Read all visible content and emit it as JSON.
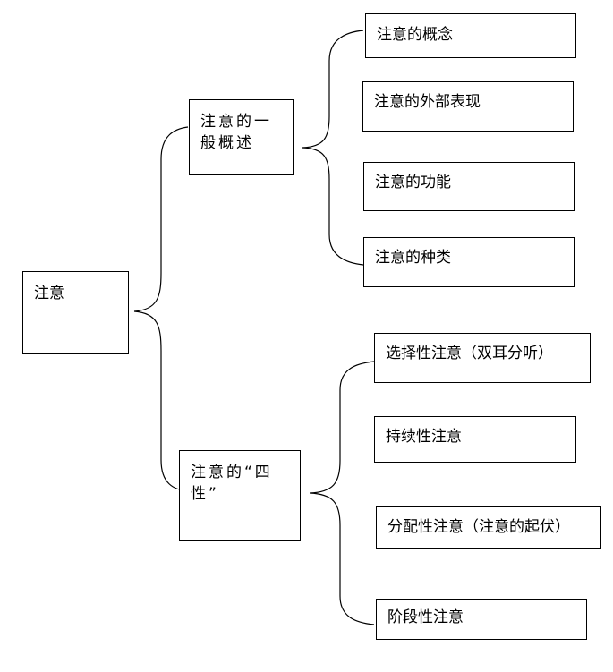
{
  "root": {
    "label": "注意"
  },
  "branches": [
    {
      "label": "注意的一般概述",
      "children": [
        "注意的概念",
        "注意的外部表现",
        "注意的功能",
        "注意的种类"
      ]
    },
    {
      "label": "注意的“四性”",
      "children": [
        "选择性注意（双耳分听）",
        "持续性注意",
        "分配性注意（注意的起伏）",
        "阶段性注意"
      ]
    }
  ],
  "colors": {
    "line": "#000000",
    "box_border": "#000000",
    "background": "#ffffff"
  }
}
